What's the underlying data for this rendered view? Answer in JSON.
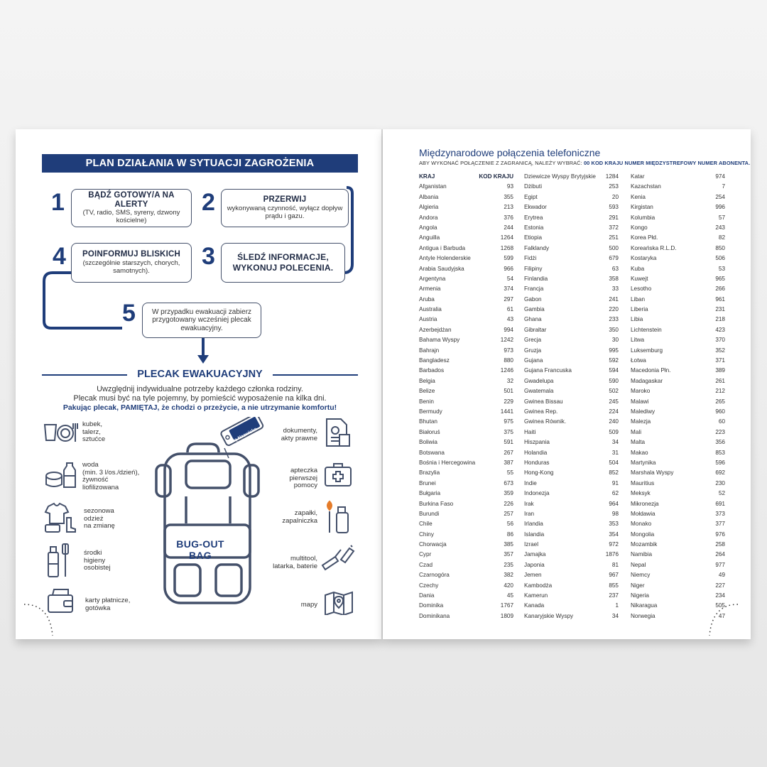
{
  "left": {
    "banner": "PLAN DZIAŁANIA W SYTUACJI ZAGROŻENIA",
    "steps": [
      {
        "num": "1",
        "title": "BĄDŹ GOTOWY/A NA ALERTY",
        "text": "(TV, radio, SMS, syreny, dzwony kościelne)"
      },
      {
        "num": "2",
        "title": "PRZERWIJ",
        "text": "wykonywaną czynność, wyłącz dopływ prądu i gazu."
      },
      {
        "num": "3",
        "title": "ŚLEDŹ INFORMACJE, WYKONUJ POLECENIA.",
        "text": ""
      },
      {
        "num": "4",
        "title": "POINFORMUJ BLISKICH",
        "text": "(szczególnie starszych, chorych, samotnych)."
      },
      {
        "num": "5",
        "title": "",
        "text": "W przypadku ewakuacji zabierz przygotowany wcześniej plecak ewakuacyjny."
      }
    ],
    "section_title": "PLECAK EWAKUACYJNY",
    "intro": [
      "Uwzględnij indywidualne potrzeby każdego członka rodziny.",
      "Plecak musi być na tyle pojemny, by pomieścić wyposażenie na kilka dni."
    ],
    "intro_bold": "Pakując plecak, PAMIĘTAJ, że chodzi o przeżycie, a nie utrzymanie komfortu!",
    "bag_label": "BUG-OUT BAG",
    "tag_label": "Imię Nazwisko",
    "items_left": [
      {
        "label": "kubek,\ntalerz,\nsztućce",
        "icon": "dishes-icon"
      },
      {
        "label": "woda\n(min. 3 l/os./dzień),\nżywność\nliofilizowana",
        "icon": "food-icon"
      },
      {
        "label": "sezonowa\nodzież\nna zmianę",
        "icon": "clothes-icon"
      },
      {
        "label": "środki\nhigieny\nosobistej",
        "icon": "hygiene-icon"
      },
      {
        "label": "karty płatnicze,\ngotówka",
        "icon": "wallet-icon"
      }
    ],
    "items_right": [
      {
        "label": "dokumenty,\nakty prawne",
        "icon": "documents-icon"
      },
      {
        "label": "apteczka\npierwszej\npomocy",
        "icon": "first-aid-icon"
      },
      {
        "label": "zapałki,\nzapalniczka",
        "icon": "matches-icon"
      },
      {
        "label": "multitool,\nlatarka, baterie",
        "icon": "multitool-icon"
      },
      {
        "label": "mapy",
        "icon": "map-icon"
      }
    ]
  },
  "right": {
    "title": "Międzynarodowe połączenia telefoniczne",
    "subtitle_pre": "ABY WYKONAĆ POŁĄCZENIE Z ZAGRANICĄ, NALEŻY WYBRAĆ: ",
    "subtitle_bold": "00 KOD KRAJU NUMER MIĘDZYSTREFOWY NUMER ABONENTA.",
    "header": {
      "country": "KRAJ",
      "code": "KOD KRAJU"
    },
    "columns": [
      [
        [
          "Afganistan",
          "93"
        ],
        [
          "Albania",
          "355"
        ],
        [
          "Algieria",
          "213"
        ],
        [
          "Andora",
          "376"
        ],
        [
          "Angola",
          "244"
        ],
        [
          "Anguilla",
          "1264"
        ],
        [
          "Antigua i Barbuda",
          "1268"
        ],
        [
          "Antyle Holenderskie",
          "599"
        ],
        [
          "Arabia Saudyjska",
          "966"
        ],
        [
          "Argentyna",
          "54"
        ],
        [
          "Armenia",
          "374"
        ],
        [
          "Aruba",
          "297"
        ],
        [
          "Australia",
          "61"
        ],
        [
          "Austria",
          "43"
        ],
        [
          "Azerbejdżan",
          "994"
        ],
        [
          "Bahama Wyspy",
          "1242"
        ],
        [
          "Bahrajn",
          "973"
        ],
        [
          "Bangladesz",
          "880"
        ],
        [
          "Barbados",
          "1246"
        ],
        [
          "Belgia",
          "32"
        ],
        [
          "Belize",
          "501"
        ],
        [
          "Benin",
          "229"
        ],
        [
          "Bermudy",
          "1441"
        ],
        [
          "Bhutan",
          "975"
        ],
        [
          "Białoruś",
          "375"
        ],
        [
          "Boliwia",
          "591"
        ],
        [
          "Botswana",
          "267"
        ],
        [
          "Bośnia i Hercegowina",
          "387"
        ],
        [
          "Brazylia",
          "55"
        ],
        [
          "Brunei",
          "673"
        ],
        [
          "Bułgaria",
          "359"
        ],
        [
          "Burkina Faso",
          "226"
        ],
        [
          "Burundi",
          "257"
        ],
        [
          "Chile",
          "56"
        ],
        [
          "Chiny",
          "86"
        ],
        [
          "Chorwacja",
          "385"
        ],
        [
          "Cypr",
          "357"
        ],
        [
          "Czad",
          "235"
        ],
        [
          "Czarnogóra",
          "382"
        ],
        [
          "Czechy",
          "420"
        ],
        [
          "Dania",
          "45"
        ],
        [
          "Dominika",
          "1767"
        ],
        [
          "Dominikana",
          "1809"
        ]
      ],
      [
        [
          "Dziewicze Wyspy Brytyjskie",
          "1284"
        ],
        [
          "Dżibuti",
          "253"
        ],
        [
          "Egipt",
          "20"
        ],
        [
          "Ekwador",
          "593"
        ],
        [
          "Erytrea",
          "291"
        ],
        [
          "Estonia",
          "372"
        ],
        [
          "Etiopia",
          "251"
        ],
        [
          "Falklandy",
          "500"
        ],
        [
          "Fidżi",
          "679"
        ],
        [
          "Filipiny",
          "63"
        ],
        [
          "Finlandia",
          "358"
        ],
        [
          "Francja",
          "33"
        ],
        [
          "Gabon",
          "241"
        ],
        [
          "Gambia",
          "220"
        ],
        [
          "Ghana",
          "233"
        ],
        [
          "Gibraltar",
          "350"
        ],
        [
          "Grecja",
          "30"
        ],
        [
          "Gruzja",
          "995"
        ],
        [
          "Gujana",
          "592"
        ],
        [
          "Gujana Francuska",
          "594"
        ],
        [
          "Gwadelupa",
          "590"
        ],
        [
          "Gwatemala",
          "502"
        ],
        [
          "Gwinea Bissau",
          "245"
        ],
        [
          "Gwinea Rep.",
          "224"
        ],
        [
          "Gwinea Równik.",
          "240"
        ],
        [
          "Haiti",
          "509"
        ],
        [
          "Hiszpania",
          "34"
        ],
        [
          "Holandia",
          "31"
        ],
        [
          "Honduras",
          "504"
        ],
        [
          "Hong-Kong",
          "852"
        ],
        [
          "Indie",
          "91"
        ],
        [
          "Indonezja",
          "62"
        ],
        [
          "Irak",
          "964"
        ],
        [
          "Iran",
          "98"
        ],
        [
          "Irlandia",
          "353"
        ],
        [
          "Islandia",
          "354"
        ],
        [
          "Izrael",
          "972"
        ],
        [
          "Jamajka",
          "1876"
        ],
        [
          "Japonia",
          "81"
        ],
        [
          "Jemen",
          "967"
        ],
        [
          "Kambodża",
          "855"
        ],
        [
          "Kamerun",
          "237"
        ],
        [
          "Kanada",
          "1"
        ],
        [
          "Kanaryjskie Wyspy",
          "34"
        ]
      ],
      [
        [
          "Katar",
          "974"
        ],
        [
          "Kazachstan",
          "7"
        ],
        [
          "Kenia",
          "254"
        ],
        [
          "Kirgistan",
          "996"
        ],
        [
          "Kolumbia",
          "57"
        ],
        [
          "Kongo",
          "243"
        ],
        [
          "Korea Płd.",
          "82"
        ],
        [
          "Koreańska R.L.D.",
          "850"
        ],
        [
          "Kostaryka",
          "506"
        ],
        [
          "Kuba",
          "53"
        ],
        [
          "Kuwejt",
          "965"
        ],
        [
          "Lesotho",
          "266"
        ],
        [
          "Liban",
          "961"
        ],
        [
          "Liberia",
          "231"
        ],
        [
          "Libia",
          "218"
        ],
        [
          "Lichtenstein",
          "423"
        ],
        [
          "Litwa",
          "370"
        ],
        [
          "Luksemburg",
          "352"
        ],
        [
          "Łotwa",
          "371"
        ],
        [
          "Macedonia Płn.",
          "389"
        ],
        [
          "Madagaskar",
          "261"
        ],
        [
          "Maroko",
          "212"
        ],
        [
          "Malawi",
          "265"
        ],
        [
          "Malediwy",
          "960"
        ],
        [
          "Malezja",
          "60"
        ],
        [
          "Mali",
          "223"
        ],
        [
          "Malta",
          "356"
        ],
        [
          "Makao",
          "853"
        ],
        [
          "Martynika",
          "596"
        ],
        [
          "Marshala Wyspy",
          "692"
        ],
        [
          "Mauritius",
          "230"
        ],
        [
          "Meksyk",
          "52"
        ],
        [
          "Mikronezja",
          "691"
        ],
        [
          "Mołdawia",
          "373"
        ],
        [
          "Monako",
          "377"
        ],
        [
          "Mongolia",
          "976"
        ],
        [
          "Mozambik",
          "258"
        ],
        [
          "Namibia",
          "264"
        ],
        [
          "Nepal",
          "977"
        ],
        [
          "Niemcy",
          "49"
        ],
        [
          "Niger",
          "227"
        ],
        [
          "Nigeria",
          "234"
        ],
        [
          "Nikaragua",
          "505"
        ],
        [
          "Norwegia",
          "47"
        ]
      ]
    ]
  },
  "colors": {
    "navy": "#1f3d7a",
    "text": "#333333",
    "line": "#44506a"
  }
}
